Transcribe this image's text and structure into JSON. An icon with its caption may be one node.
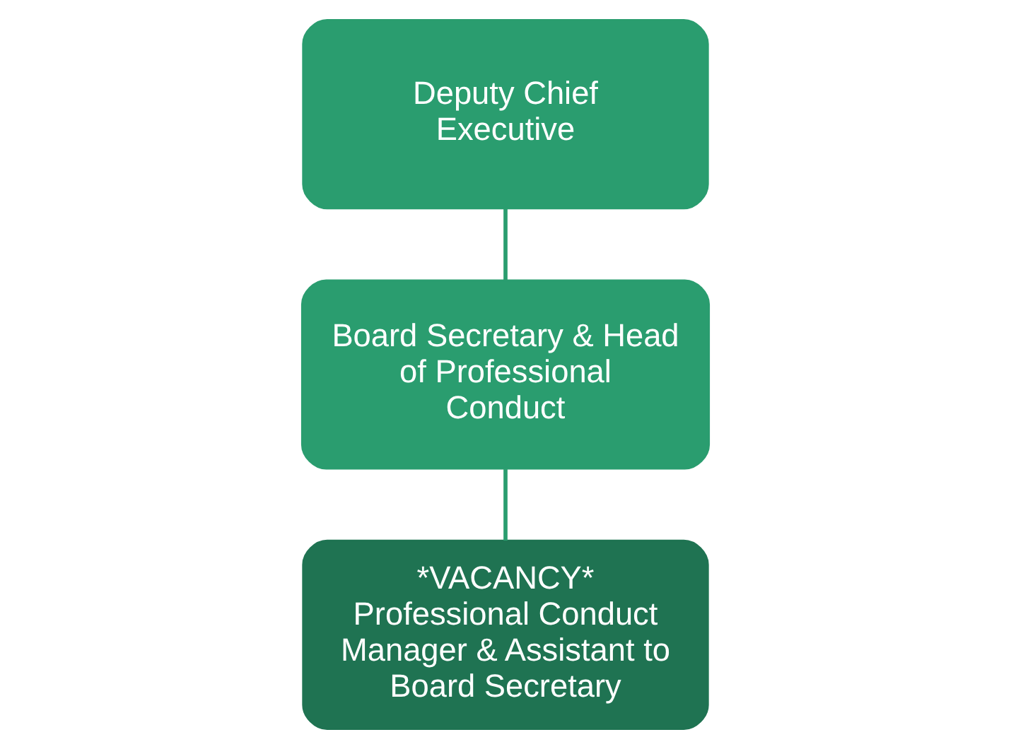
{
  "diagram": {
    "nodes": [
      {
        "text": [
          "Deputy Chief Executive"
        ]
      },
      {
        "text": [
          "Board Secretary & Head of Professional Conduct"
        ]
      },
      {
        "text": [
          "*VACANCY*",
          "Professional Conduct Manager & Assistant to Board Secretary"
        ]
      }
    ],
    "edges": [
      {
        "from": 0,
        "to": 1,
        "arrow": "none"
      },
      {
        "from": 1,
        "to": 2,
        "arrow": "none"
      }
    ]
  }
}
